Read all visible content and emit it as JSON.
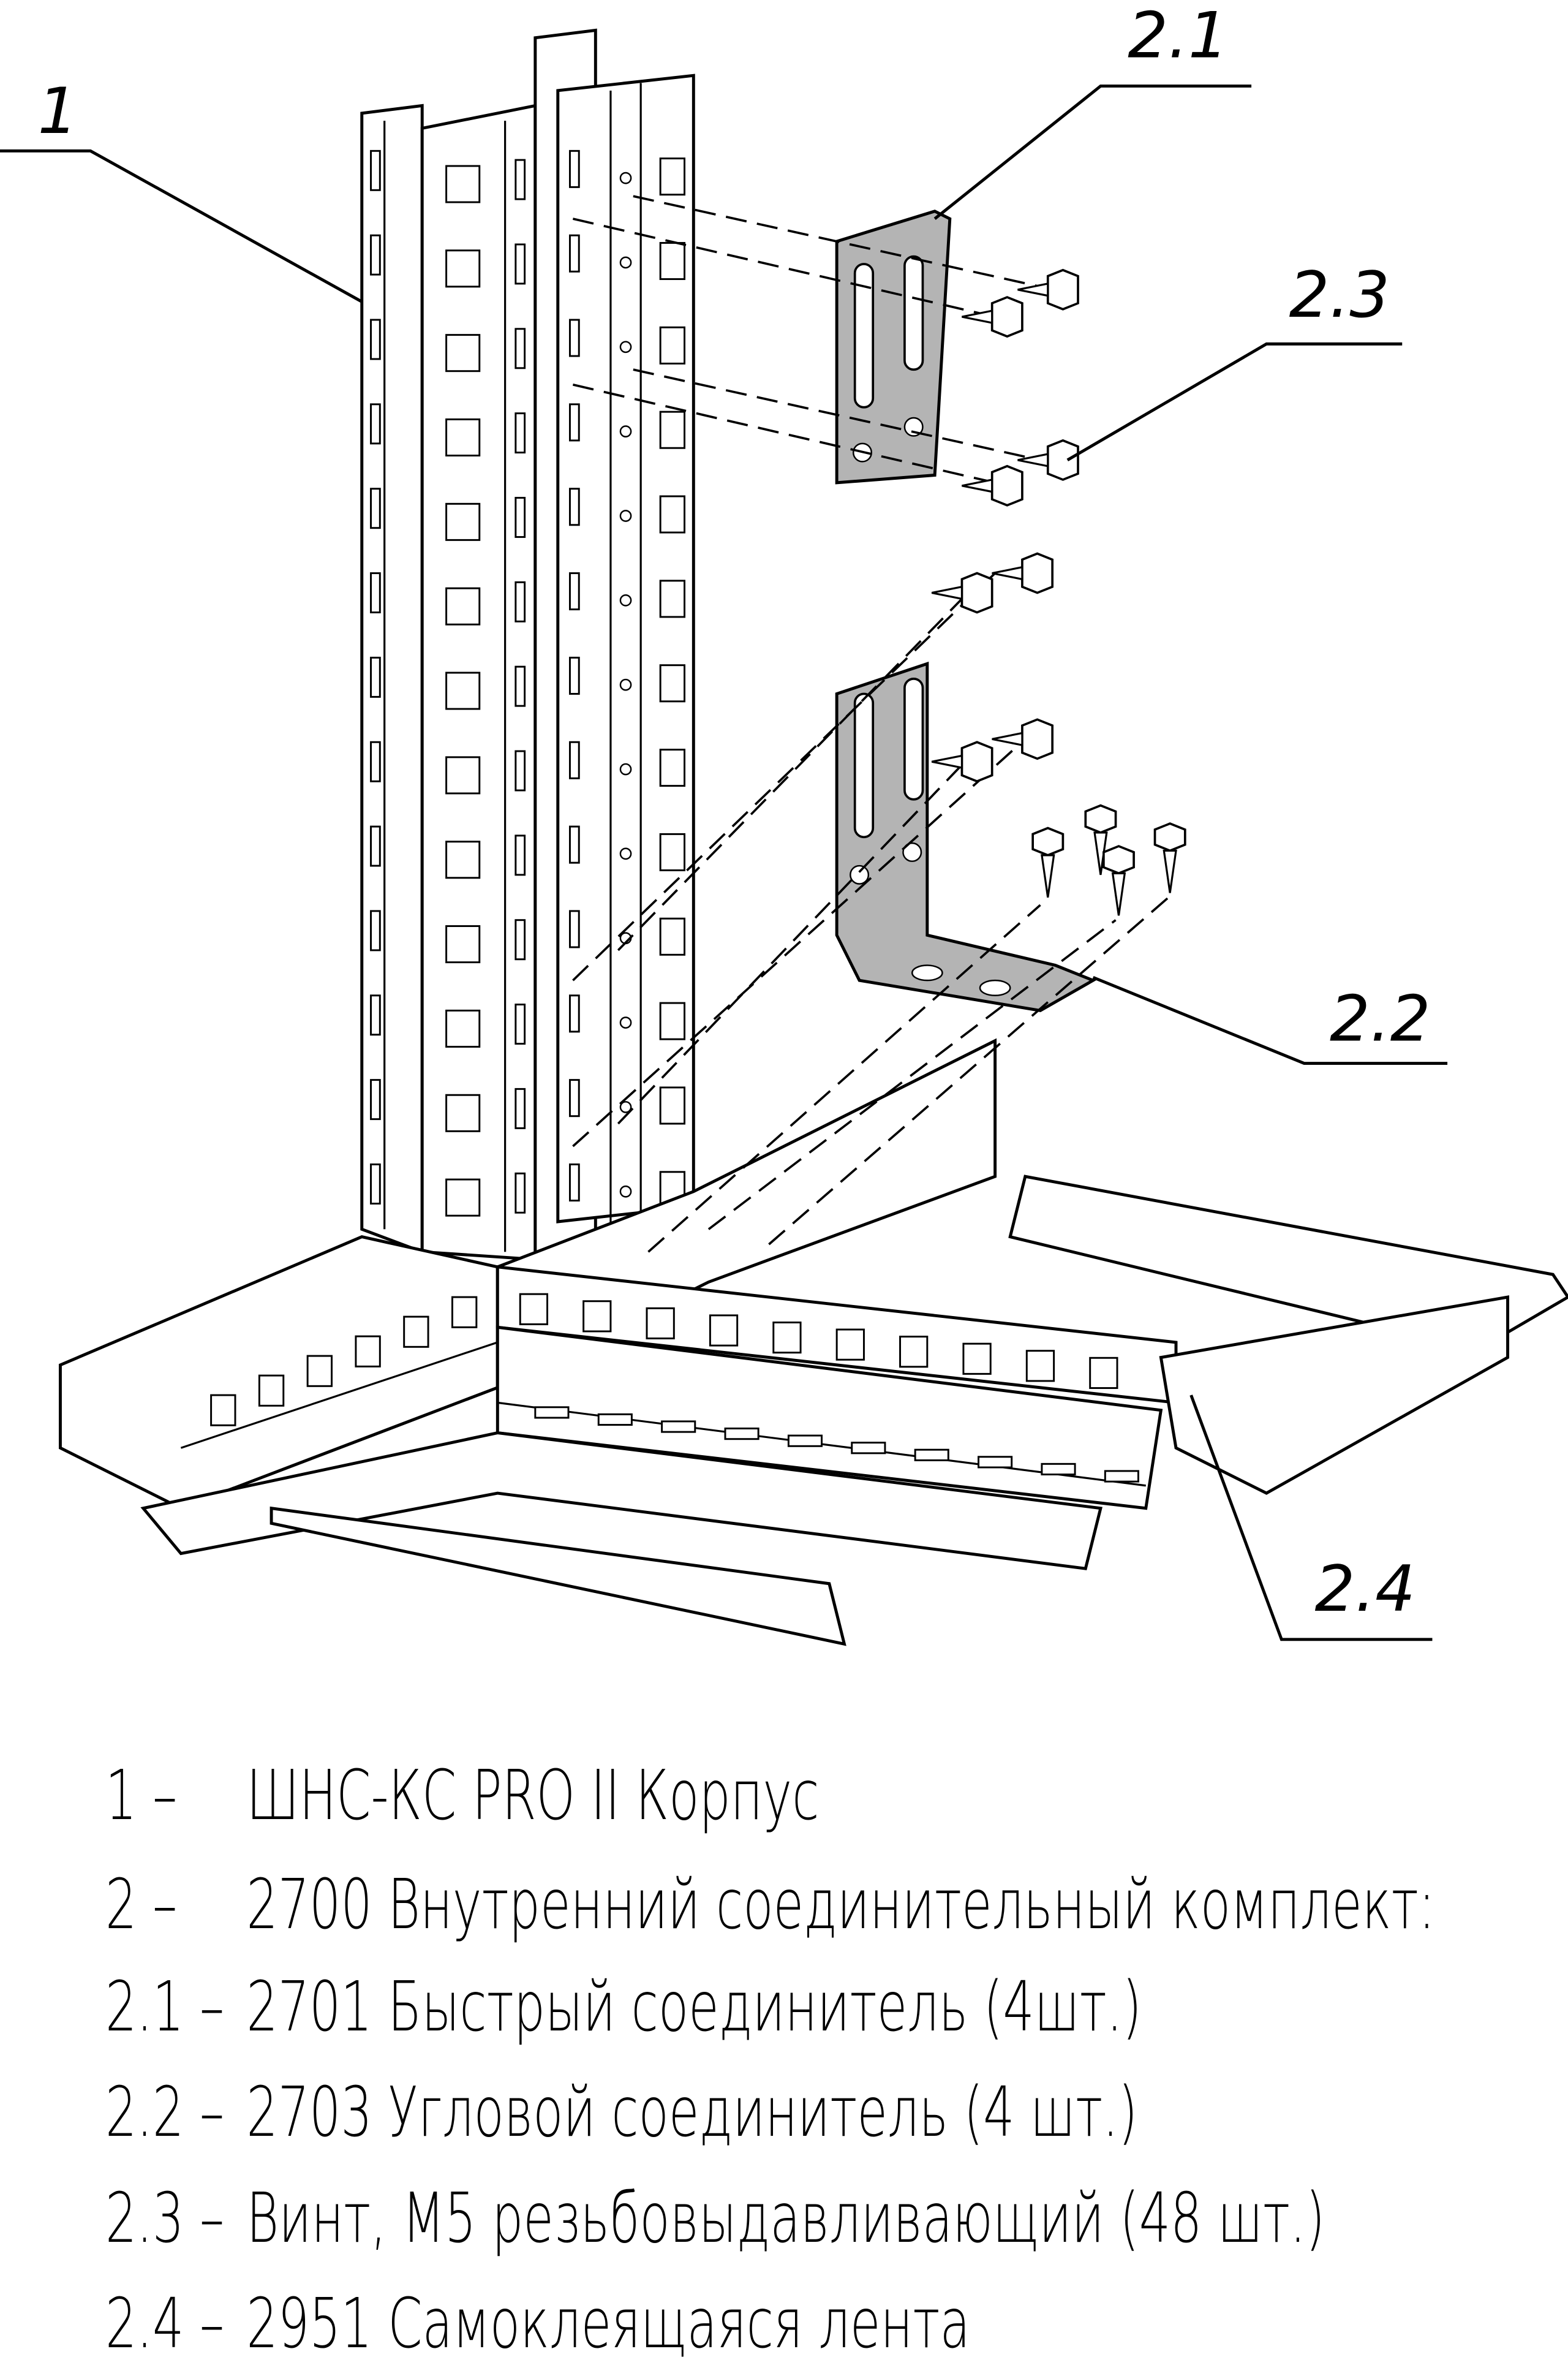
{
  "callouts": {
    "c1": "1",
    "c21": "2.1",
    "c22": "2.2",
    "c23": "2.3",
    "c24": "2.4"
  },
  "legend": [
    {
      "num": "1 –",
      "text": "ШНС-КС PRO II Корпус"
    },
    {
      "num": "2 –",
      "text": "2700 Внутренний соединительный комплект:"
    },
    {
      "num": "2.1 –",
      "text": "2701 Быстрый соединитель (4шт.)"
    },
    {
      "num": "2.2 –",
      "text": "2703 Угловой соединитель (4 шт.)"
    },
    {
      "num": "2.3 –",
      "text": "Винт, М5 резьбовыдавливающий (48 шт.)"
    },
    {
      "num": "2.4 –",
      "text": "2951 Самоклеящаяся лента"
    }
  ]
}
